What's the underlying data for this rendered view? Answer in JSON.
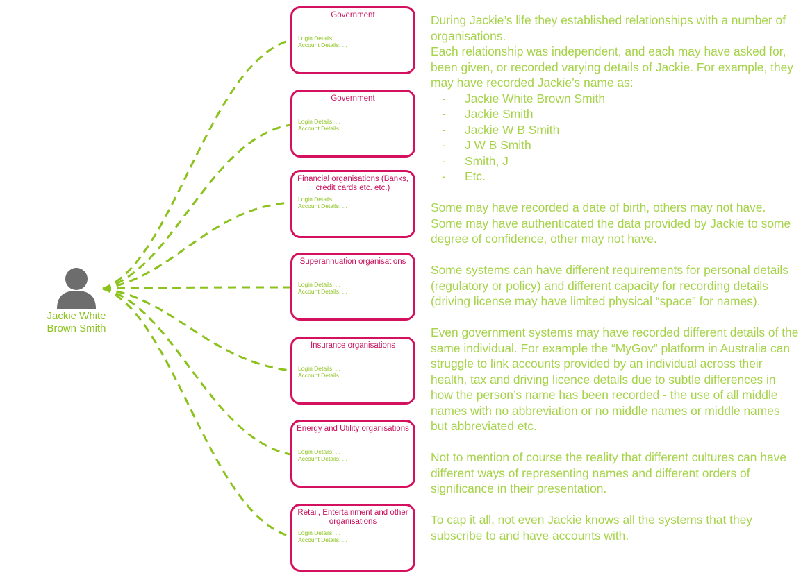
{
  "colors": {
    "accent_green": "#8cc21e",
    "text_green": "#a6d34a",
    "box_magenta": "#d4115f",
    "person_gray": "#6d6d6d"
  },
  "person": {
    "icon": "person-icon",
    "name_line1": "Jackie White",
    "name_line2": "Brown Smith"
  },
  "organisations": [
    {
      "title": "Government",
      "login": "Login Details: ...",
      "account": "Account Details: ..."
    },
    {
      "title": "Government",
      "login": "Login Details: ...",
      "account": "Account Details: ..."
    },
    {
      "title": "Financial organisations (Banks, credit cards etc. etc.)",
      "login": "Login Details: ...",
      "account": "Account Details: ..."
    },
    {
      "title": "Superannuation organisations",
      "login": "Login Details: ...",
      "account": "Account Details: ..."
    },
    {
      "title": "Insurance organisations",
      "login": "Login Details: ...",
      "account": "Account Details: ..."
    },
    {
      "title": "Energy and Utility organisations",
      "login": "Login Details: ...",
      "account": "Account Details: ..."
    },
    {
      "title": "Retail, Entertainment and other organisations",
      "login": "Login Details: ...",
      "account": "Account Details: ..."
    }
  ],
  "description": {
    "intro_1": "During Jackie’s life they established relationships with a number of organisations.",
    "intro_2": "Each relationship was independent, and each may have asked for, been given, or recorded varying details of Jackie. For example, they may have recorded Jackie’s name as:",
    "name_variants": [
      "Jackie White Brown Smith",
      "Jackie Smith",
      "Jackie W B Smith",
      "J W B Smith",
      "Smith, J",
      "Etc."
    ],
    "para_dob": "Some may have recorded a date of birth, others may not have. Some may have authenticated the data provided by Jackie to some degree of confidence, other may not have.",
    "para_systems": "Some systems can have different requirements for personal details (regulatory or policy) and different capacity for recording details (driving license may have limited physical “space” for names).",
    "para_government": "Even government systems may have recorded different details of the same individual. For example the “MyGov” platform in Australia can struggle to link accounts provided by an individual across their health, tax and driving licence details due to subtle differences in how the person’s name has been recorded - the use of all middle names with no abbreviation or no middle names or middle names but abbreviated etc.",
    "para_cultures": "Not to mention of course the reality that different cultures can have different ways of representing names and different orders of significance in their presentation.",
    "para_cap": "To cap it all, not even Jackie knows all the systems that they subscribe to and have accounts with."
  }
}
